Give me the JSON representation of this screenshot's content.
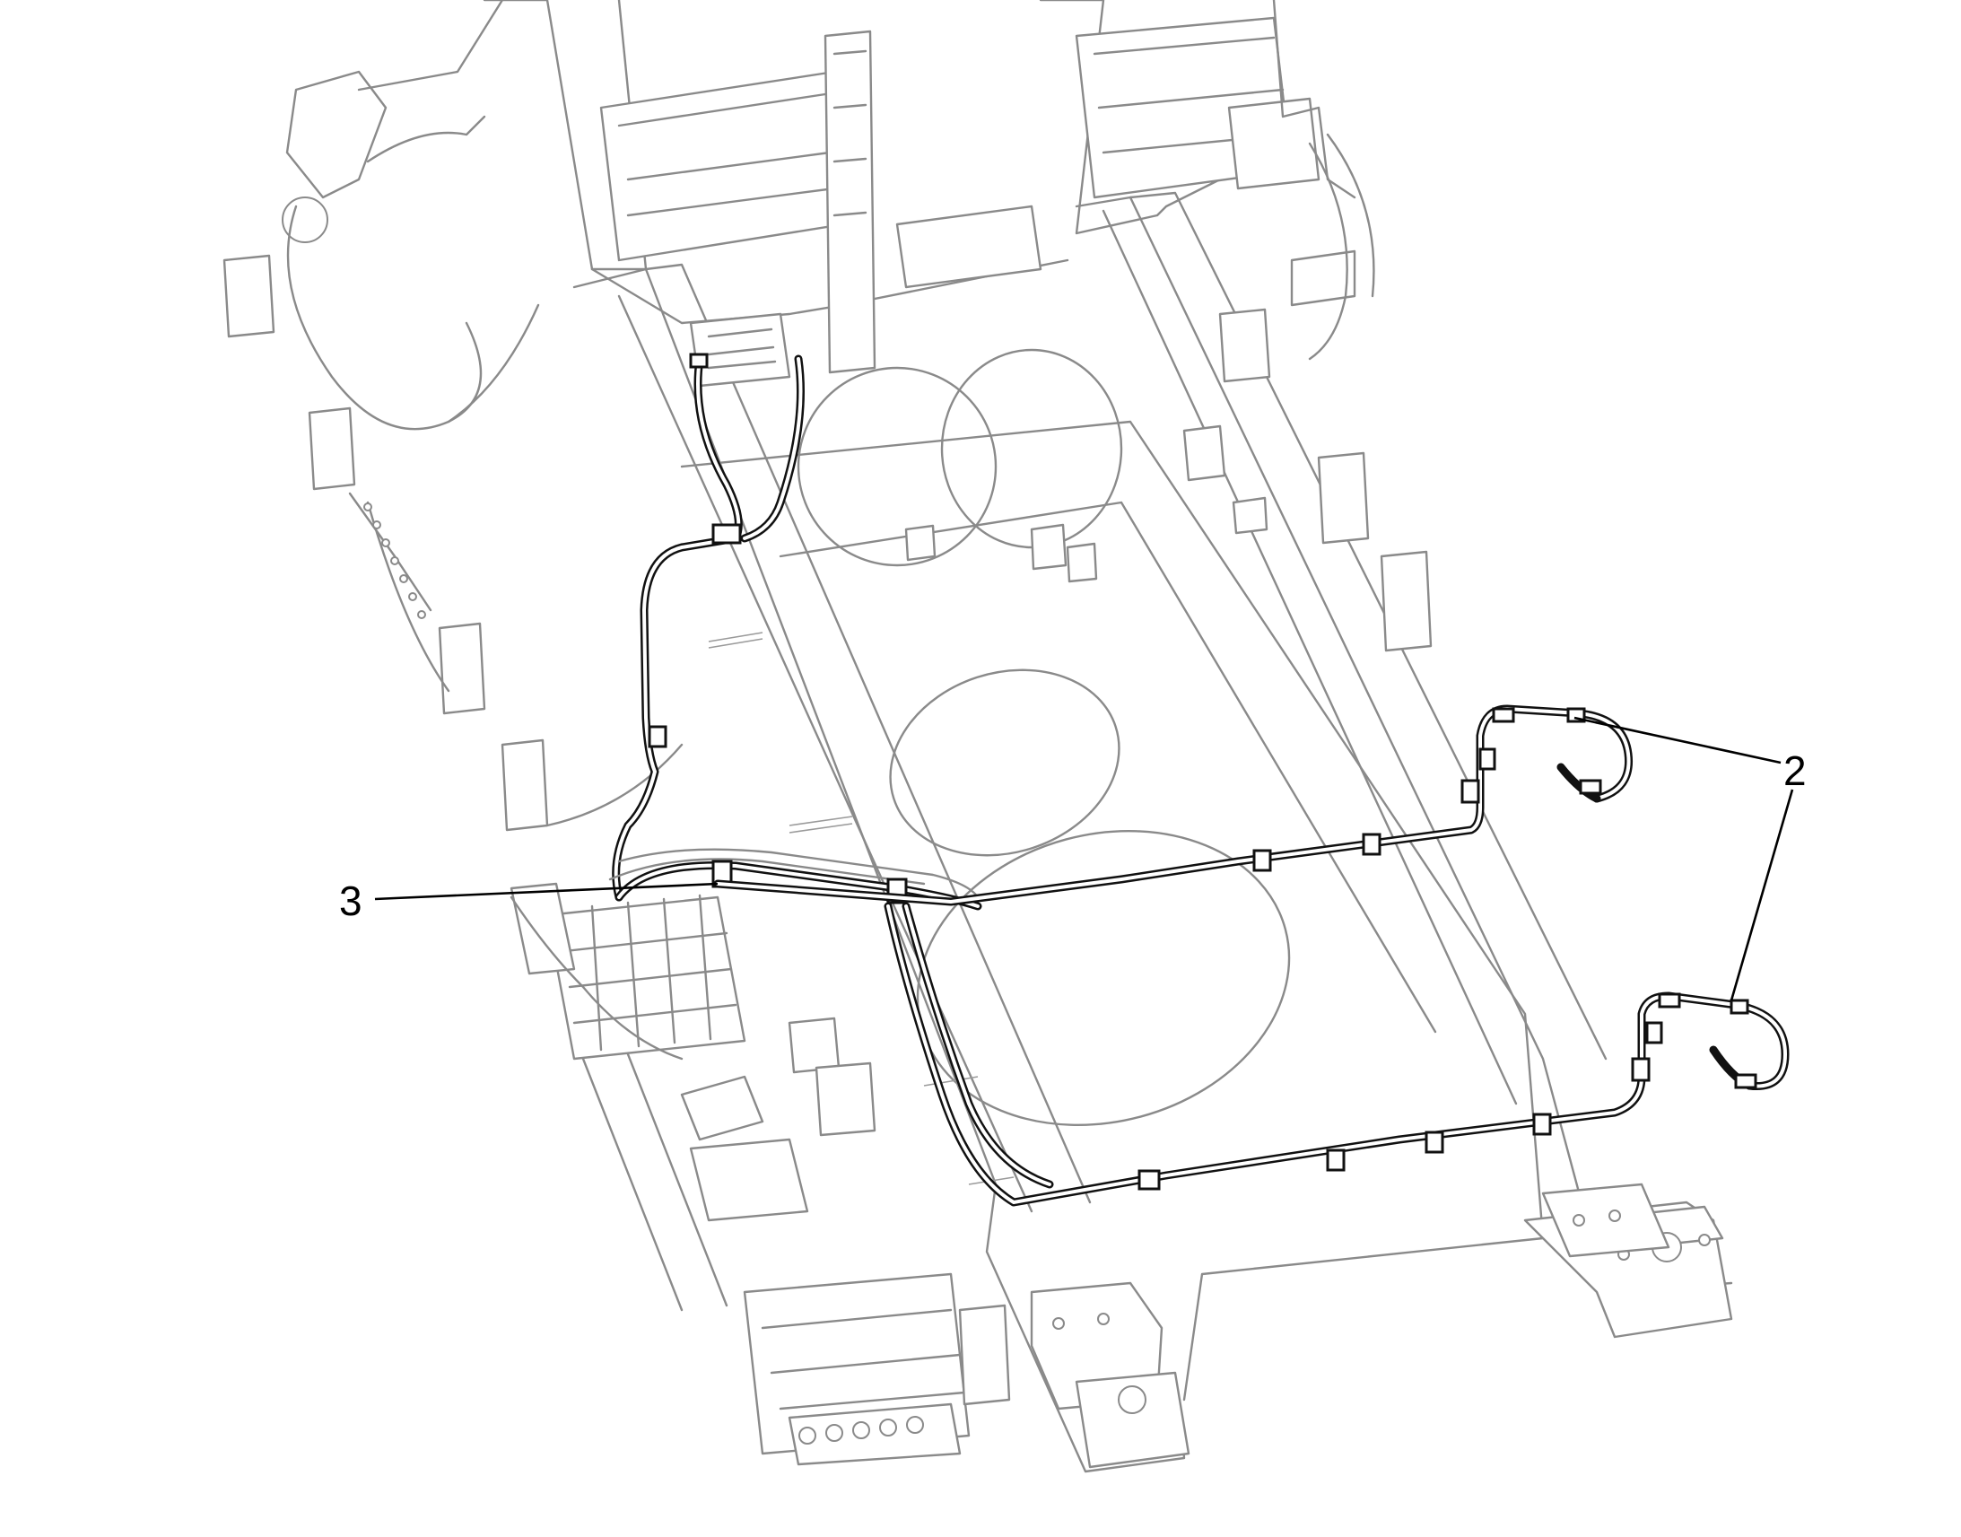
{
  "figure": {
    "callouts": [
      {
        "id": "callout-2",
        "label": "2"
      },
      {
        "id": "callout-3",
        "label": "3"
      }
    ]
  },
  "colors": {
    "background": "#ffffff",
    "ghosted_structure": "#8a8a8a",
    "highlighted_hoses": "#111111",
    "callout_text": "#000000"
  }
}
